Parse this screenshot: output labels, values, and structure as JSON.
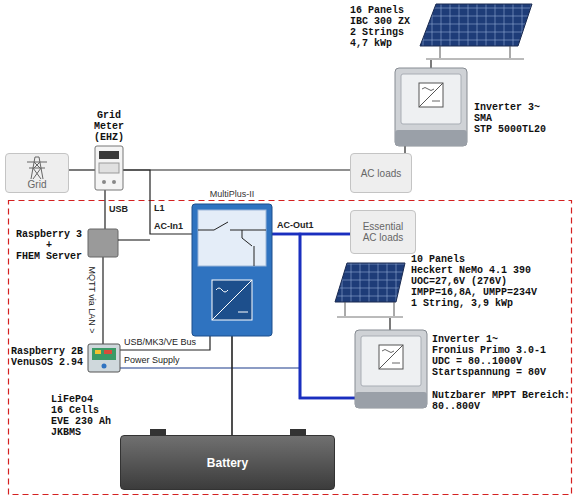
{
  "diagram": {
    "nodes": [
      {
        "text": [
          "16 Panels",
          "IBC 300 ZX",
          "2 Strings",
          "4,7 kWp"
        ]
      },
      {
        "text": [
          "Inverter 3~",
          "SMA",
          "STP 5000TL20"
        ]
      },
      {
        "text": [
          "Grid Meter (EHZ)"
        ]
      },
      {
        "text": [
          "Grid"
        ]
      },
      {
        "text": [
          "AC loads"
        ]
      },
      {
        "text": [
          "MultiPlus-II"
        ]
      },
      {
        "text": [
          "Raspberry 3",
          "+",
          "FHEM Server"
        ]
      },
      {
        "text": [
          "Essential AC loads"
        ]
      },
      {
        "text": [
          "10 Panels",
          "Heckert NeMo 4.1 390",
          "UOC=27,6V (276V)",
          "IMPP=16,8A, UMPP=234V",
          "1 String, 3,9 kWp"
        ]
      },
      {
        "text": [
          "Raspberry 2B",
          "VenusOS 2.94"
        ]
      },
      {
        "text": [
          "Inverter 1~",
          "Fronius Primo 3.0-1",
          "UDC = 80..1000V",
          "Startspannung = 80V",
          "Nutzbarer MPPT Bereich:",
          "80..800V"
        ]
      },
      {
        "text": [
          "LiFePo4",
          "16 Cells",
          "EVE 230 Ah",
          "JKBMS",
          "Battery"
        ]
      }
    ],
    "edges": [
      {
        "from": 0,
        "to": 1,
        "arrow": "none"
      },
      {
        "from": 1,
        "to": 4,
        "arrow": "none"
      },
      {
        "from": 3,
        "to": 2,
        "arrow": "none"
      },
      {
        "from": 2,
        "to": 4,
        "arrow": "none"
      },
      {
        "from": 2,
        "to": 5,
        "label": "L1",
        "arrow": "none"
      },
      {
        "from": 2,
        "to": 6,
        "label": "USB",
        "arrow": "none"
      },
      {
        "from": 6,
        "to": 9,
        "label": "MQTT via LAN >",
        "arrow": "none"
      },
      {
        "from": 9,
        "to": 5,
        "label": "USB/MK3/VE Bus",
        "arrow": "none"
      },
      {
        "from": 9,
        "to": 7,
        "label": "Power Supply",
        "arrow": "none"
      },
      {
        "from": 5,
        "to": 11,
        "arrow": "none"
      },
      {
        "from": 8,
        "to": 10,
        "arrow": "none"
      },
      {
        "from": 5,
        "to": 7,
        "label": "AC-Out1",
        "arrow": "none"
      },
      {
        "from": 10,
        "to": 5,
        "arrow": "none"
      },
      {
        "from": 10,
        "to": 7,
        "arrow": "none"
      }
    ],
    "labels": [
      "AC-In1"
    ]
  }
}
